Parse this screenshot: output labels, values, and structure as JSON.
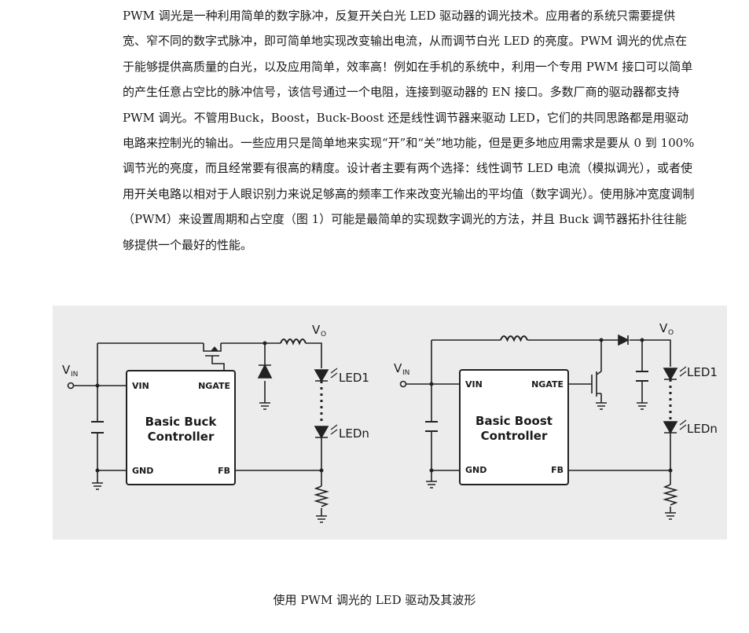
{
  "body": {
    "paragraph": "PWM 调光是一种利用简单的数字脉冲，反复开关白光 LED 驱动器的调光技术。应用者的系统只需要提供宽、窄不同的数字式脉冲，即可简单地实现改变输出电流，从而调节白光 LED 的亮度。PWM 调光的优点在于能够提供高质量的白光，以及应用简单，效率高！例如在手机的系统中，利用一个专用 PWM 接口可以简单的产生任意占空比的脉冲信号，该信号通过一个电阻，连接到驱动器的 EN 接口。多数厂商的驱动器都支持PWM 调光。不管用Buck，Boost，Buck-Boost 还是线性调节器来驱动 LED，它们的共同思路都是用驱动电路来控制光的输出。一些应用只是简单地来实现“开”和“关”地功能，但是更多地应用需求是要从 0 到 100% 调节光的亮度，而且经常要有很高的精度。设计者主要有两个选择：线性调节 LED 电流（模拟调光），或者使用开关电路以相对于人眼识别力来说足够高的频率工作来改变光输出的平均值（数字调光）。使用脉冲宽度调制（PWM）来设置周期和占空度（图 1）可能是最简单的实现数字调光的方法，并且 Buck 调节器拓扑往往能够提供一个最好的性能。"
  },
  "figure": {
    "buck": {
      "chip_line1": "Basic Buck",
      "chip_line2": "Controller",
      "pin_vin": "VIN",
      "pin_ngate": "NGATE",
      "pin_gnd": "GND",
      "pin_fb": "FB",
      "vin_main": "V",
      "vin_sub": "IN",
      "vo_main": "V",
      "vo_sub": "O",
      "led1": "LED1",
      "ledn": "LEDn"
    },
    "boost": {
      "chip_line1": "Basic Boost",
      "chip_line2": "Controller",
      "pin_vin": "VIN",
      "pin_ngate": "NGATE",
      "pin_gnd": "GND",
      "pin_fb": "FB",
      "vin_main": "V",
      "vin_sub": "IN",
      "vo_main": "V",
      "vo_sub": "O",
      "led1": "LED1",
      "ledn": "LEDn"
    }
  },
  "caption": "使用 PWM 调光的 LED 驱动及其波形"
}
